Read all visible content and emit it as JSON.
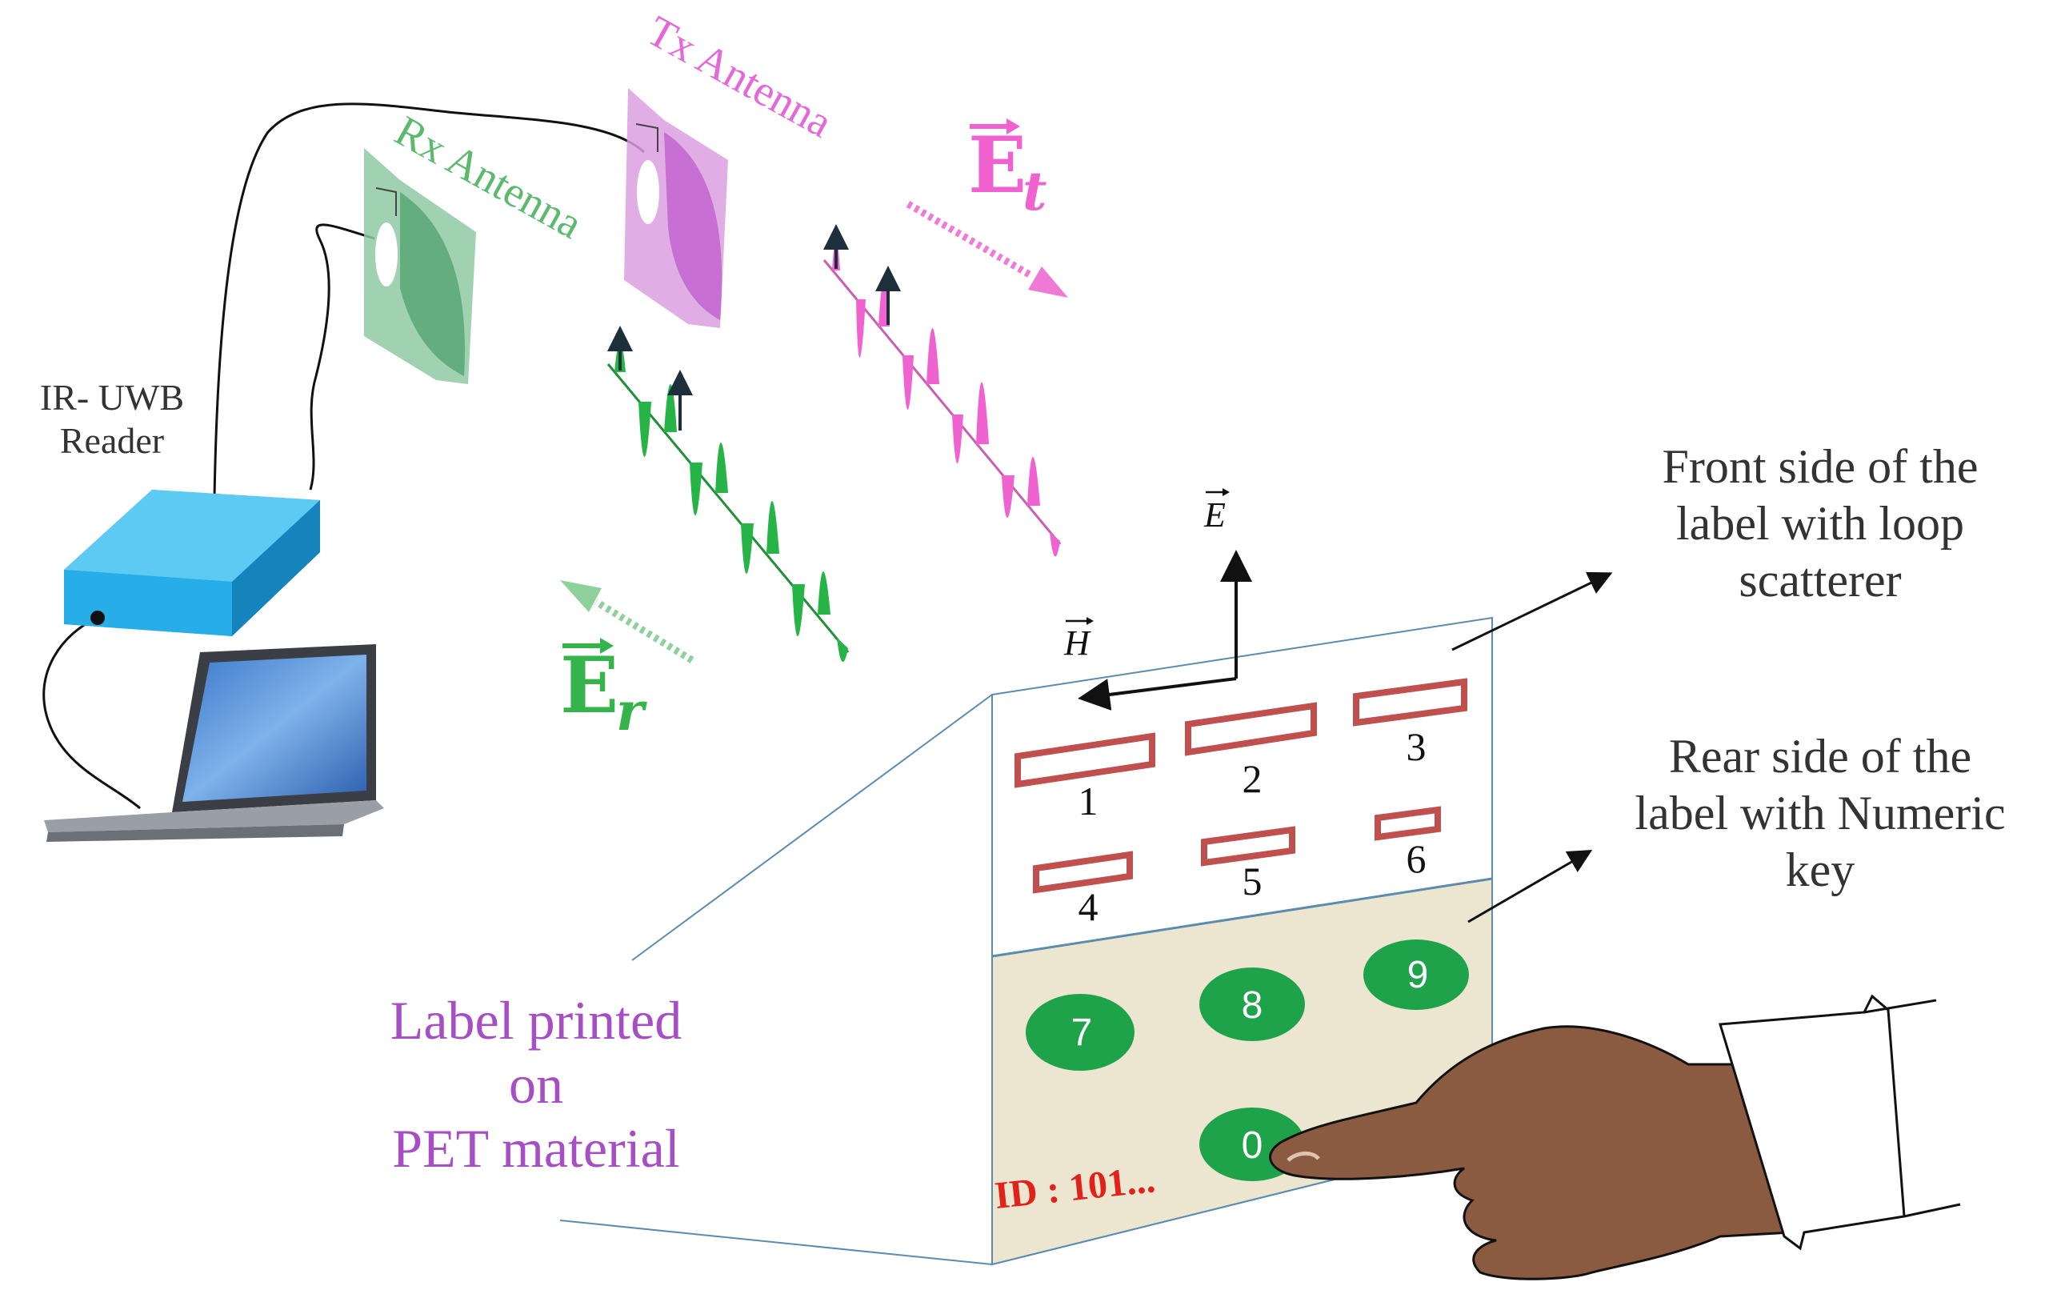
{
  "reader": {
    "label_line1": "IR- UWB",
    "label_line2": "Reader"
  },
  "antennas": {
    "rx_label": "Rx Antenna",
    "tx_label": "Tx Antenna"
  },
  "fields": {
    "transmitted": {
      "symbol": "E",
      "subscript": "t"
    },
    "received": {
      "symbol": "E",
      "subscript": "r"
    },
    "e_axis": "E",
    "h_axis": "H"
  },
  "callouts": {
    "front_side": [
      "Front side of the",
      "label with loop",
      "scatterer"
    ],
    "rear_side": [
      "Rear side of the",
      "label with Numeric",
      "key"
    ],
    "label_material": [
      "Label printed",
      "on",
      "PET material"
    ]
  },
  "front_scatterers": [
    "1",
    "2",
    "3",
    "4",
    "5",
    "6"
  ],
  "keypad": {
    "keys": [
      "7",
      "8",
      "9",
      "0"
    ],
    "id_text": "ID : 101..."
  },
  "colors": {
    "tx": "#ef62cf",
    "rx": "#27b446",
    "reader": "#27aee8",
    "scatterer": "#c0504d",
    "key": "#1ea24a",
    "rear_panel": "#ece5cf",
    "label_purple": "#a64fc4",
    "id_red": "#e0221b",
    "skin": "#8a5b40"
  }
}
